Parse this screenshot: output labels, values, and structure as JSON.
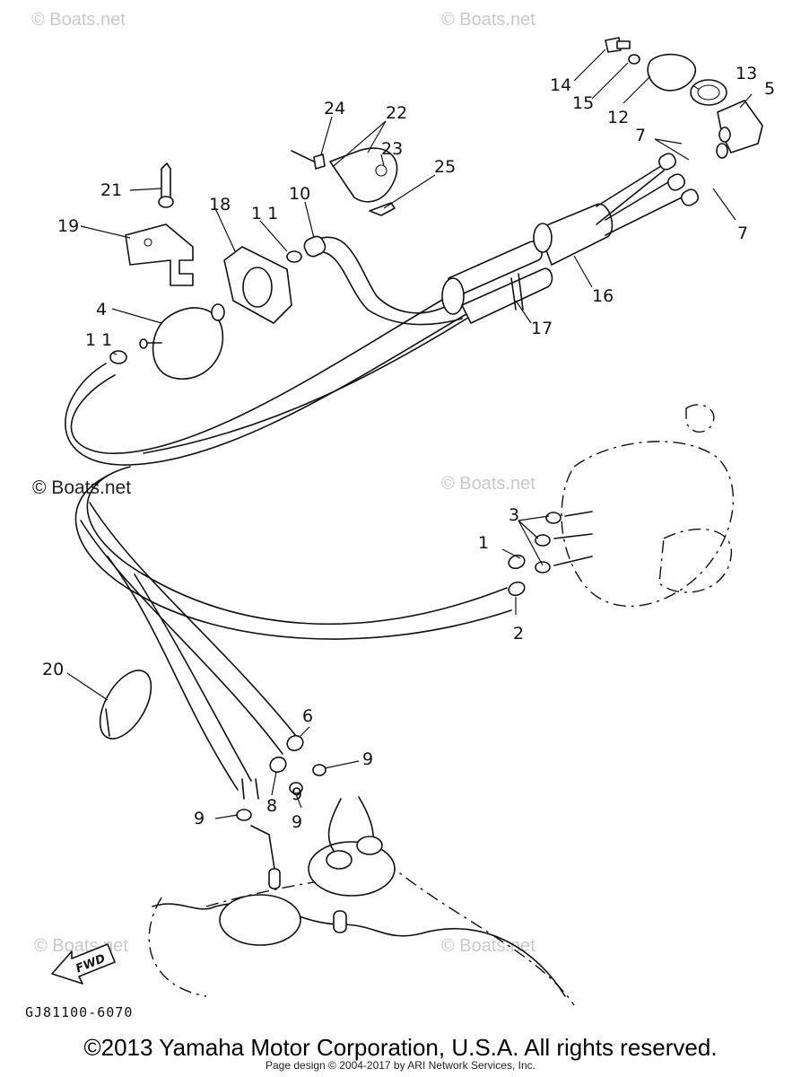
{
  "diagram": {
    "watermarks": [
      "© Boats.net",
      "© Boats.net",
      "© Boats.net",
      "© Boats.net",
      "© Boats.net",
      "© Boats.net"
    ],
    "callouts": [
      "1",
      "2",
      "3",
      "4",
      "5",
      "6",
      "7",
      "7",
      "8",
      "9",
      "9",
      "9",
      "9",
      "10",
      "1 1",
      "1 1",
      "12",
      "13",
      "14",
      "15",
      "16",
      "17",
      "18",
      "19",
      "20",
      "21",
      "22",
      "23",
      "24",
      "25"
    ],
    "fwd_label": "FWD",
    "drawing_code": "GJ81100-6070"
  },
  "footer": {
    "copyright": "©2013 Yamaha Motor Corporation, U.S.A. All rights reserved.",
    "page_design": "Page design © 2004-2017 by ARI Network Services, Inc."
  }
}
